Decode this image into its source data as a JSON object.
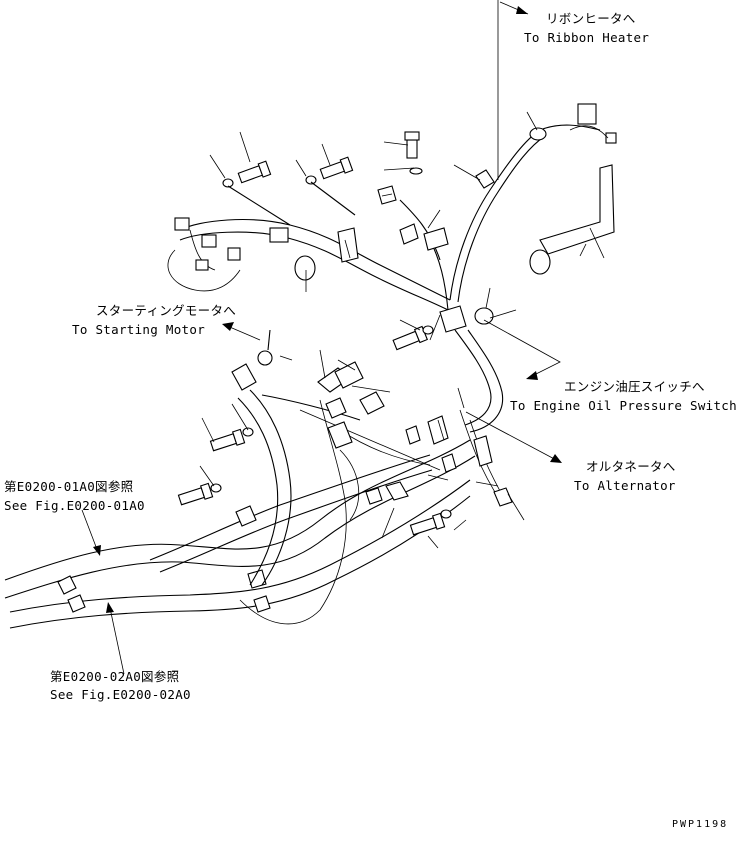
{
  "labels": {
    "ribbon_heater": {
      "jp": "リボンヒータへ",
      "en": "To Ribbon Heater"
    },
    "starting_motor": {
      "jp": "スターティングモータへ",
      "en": "To Starting Motor"
    },
    "oil_pressure_switch": {
      "jp": "エンジン油圧スイッチへ",
      "en": "To Engine Oil Pressure Switch"
    },
    "alternator": {
      "jp": "オルタネータへ",
      "en": "To Alternator"
    },
    "ref_01a0": {
      "jp": "第E0200-01A0図参照",
      "en": "See Fig.E0200-01A0"
    },
    "ref_02a0": {
      "jp": "第E0200-02A0図参照",
      "en": "See Fig.E0200-02A0"
    }
  },
  "drawing_code": "PWP1198",
  "colors": {
    "ink": "#000000",
    "paper": "#ffffff"
  }
}
